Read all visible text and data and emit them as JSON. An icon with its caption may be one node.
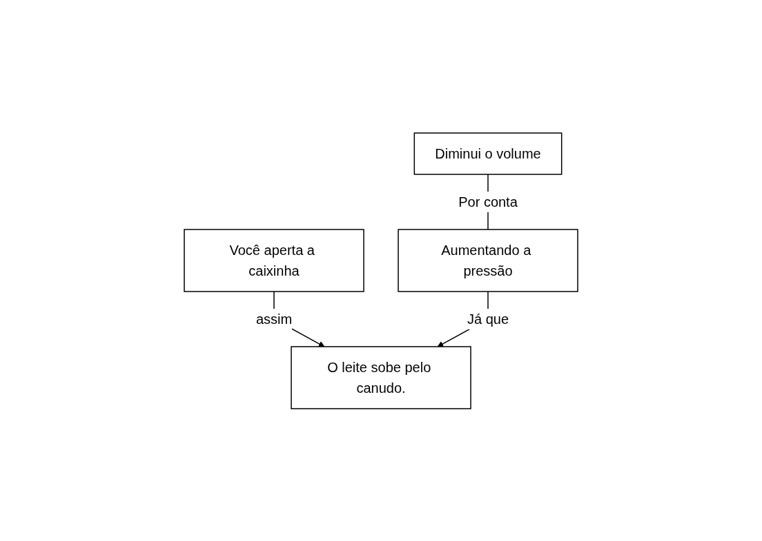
{
  "diagram": {
    "nodes": [
      {
        "text": [
          "Você aperta a caixinha"
        ]
      },
      {
        "text": [
          "O leite sobe pelo canudo."
        ]
      },
      {
        "text": [
          "Aumentando a pressão"
        ]
      },
      {
        "text": [
          "Diminui o volume"
        ]
      }
    ],
    "edges": [
      {
        "from": 0,
        "to": 1,
        "label": "assim",
        "arrow": "to"
      },
      {
        "from": 2,
        "to": 1,
        "label": "Já que",
        "arrow": "to"
      },
      {
        "from": 3,
        "to": 2,
        "label": "Por conta",
        "arrow": "none"
      }
    ]
  }
}
